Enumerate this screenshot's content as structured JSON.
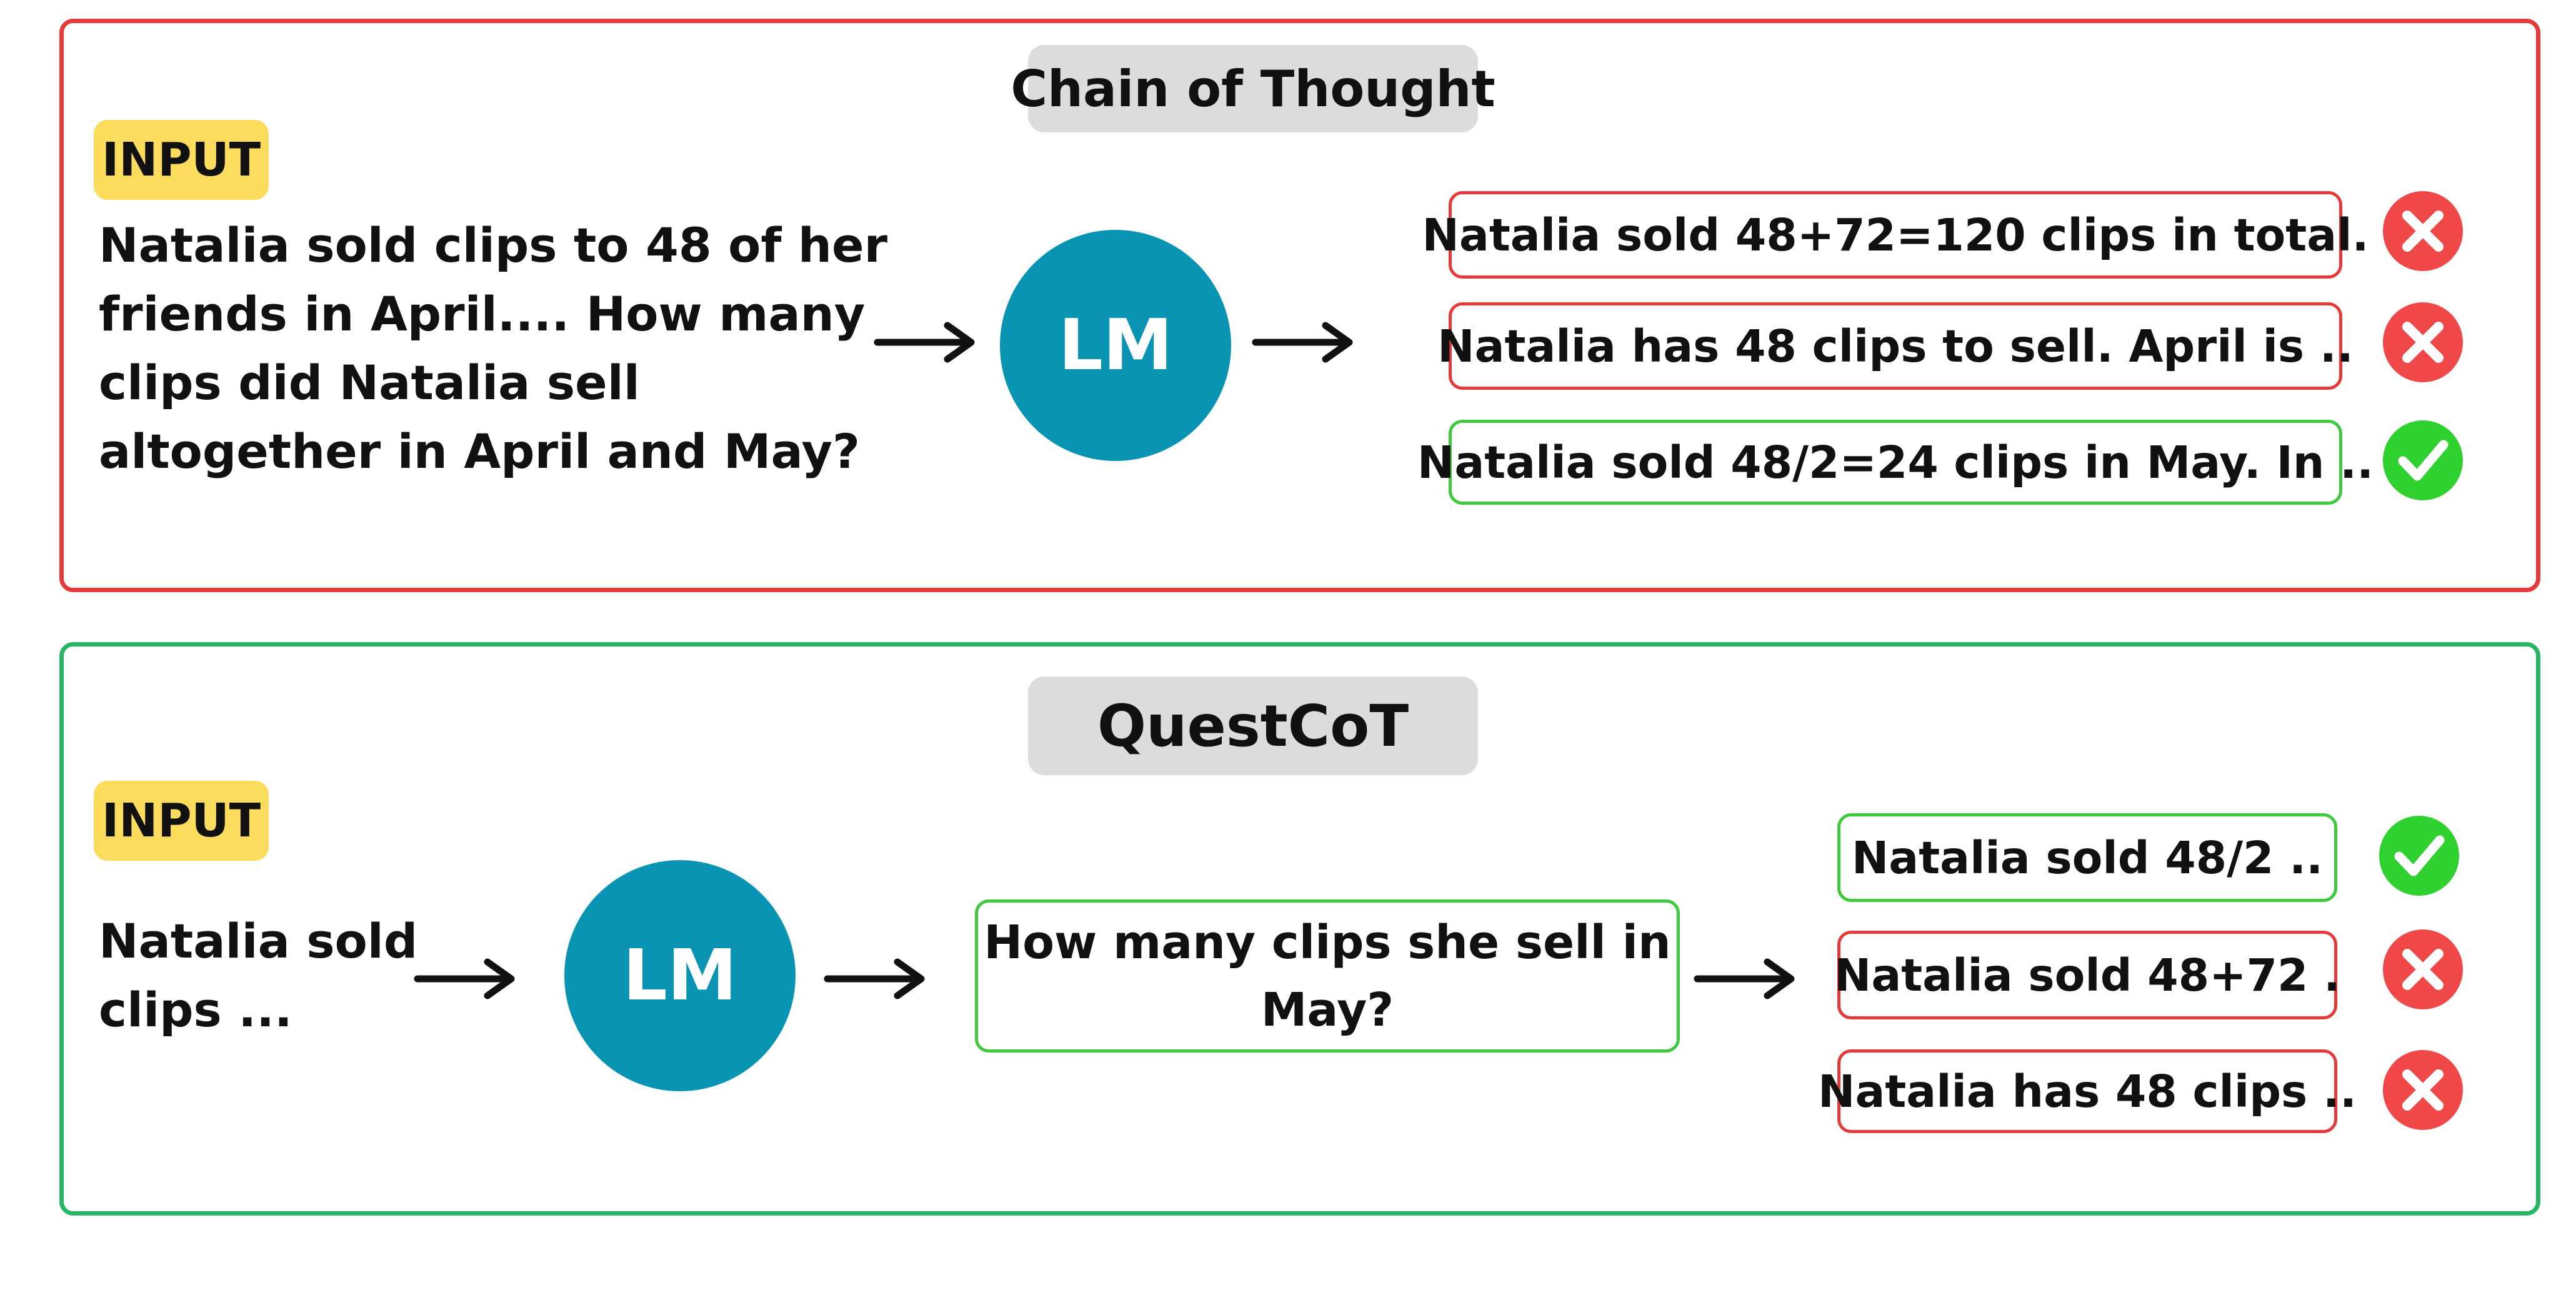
{
  "chain_of_thought": {
    "title": "Chain of Thought",
    "input_label": "INPUT",
    "question_lines": [
      "Natalia sold clips to 48 of her",
      "friends in April.... How many",
      "clips did Natalia sell",
      "altogether in April and May?"
    ],
    "model_label": "LM",
    "outputs": [
      {
        "text": "Natalia sold 48+72=120 clips in total.",
        "correct": false
      },
      {
        "text": "Natalia has 48 clips to sell. April is  ..",
        "correct": false
      },
      {
        "text": "Natalia sold 48/2=24 clips in May. In ..",
        "correct": true
      }
    ]
  },
  "questcot": {
    "title": "QuestCoT",
    "input_label": "INPUT",
    "question_lines": [
      "Natalia sold",
      "clips ..."
    ],
    "model_label": "LM",
    "sub_question_lines": [
      "How many clips she sell in",
      "May?"
    ],
    "outputs": [
      {
        "text": "Natalia sold 48/2 ..",
        "correct": true
      },
      {
        "text": "Natalia sold 48+72 .",
        "correct": false
      },
      {
        "text": "Natalia has 48 clips  ..",
        "correct": false
      }
    ]
  },
  "colors": {
    "cot_border": "#e63a3a",
    "questcot_border": "#28b565",
    "lm_circle": "#0a94b3",
    "input_badge": "#fbdc5d",
    "title_pill": "#dcdcdc",
    "correct": "#2fd12f",
    "wrong": "#f04848"
  }
}
